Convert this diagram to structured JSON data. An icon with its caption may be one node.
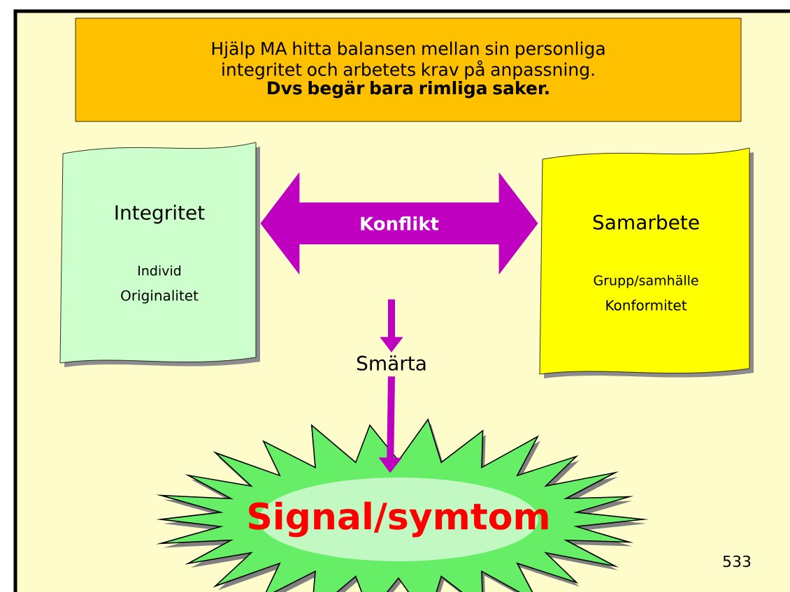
{
  "diagram": {
    "nodes": [
      {
        "text": [
          "Hjälp MA hitta balansen mellan sin personliga integritet och arbetets krav på anpassning.",
          "Dvs begär bara rimliga saker."
        ]
      },
      {
        "text": [
          "Integritet",
          "Individ",
          "Originalitet"
        ]
      },
      {
        "text": [
          "Samarbete",
          "Grupp/samhälle",
          "Konformitet"
        ]
      },
      {
        "text": [
          "Smärta"
        ]
      },
      {
        "text": [
          "Signal/symtom"
        ]
      }
    ],
    "edges": [
      {
        "from": 1,
        "to": 2,
        "arrow": "both",
        "label": "Konflikt",
        "style": "thick"
      },
      {
        "from": null,
        "to": 3,
        "arrow": "to"
      },
      {
        "from": 3,
        "to": 4,
        "arrow": "to"
      }
    ],
    "labels": [
      "533"
    ]
  }
}
